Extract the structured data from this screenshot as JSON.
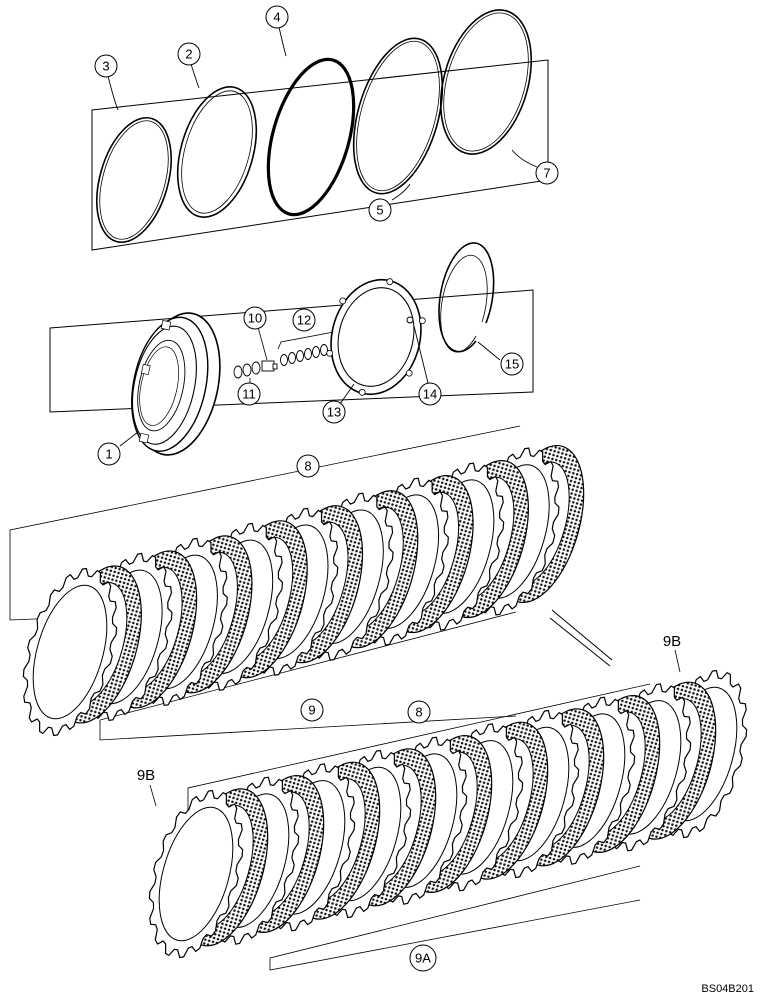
{
  "diagram": {
    "callouts": {
      "c1": "1",
      "c2": "2",
      "c3": "3",
      "c4": "4",
      "c5": "5",
      "c7": "7",
      "c8a": "8",
      "c8b": "8",
      "c9": "9",
      "c9a": "9A",
      "c10": "10",
      "c11": "11",
      "c12": "12",
      "c13": "13",
      "c14": "14",
      "c15": "15"
    },
    "labels": {
      "l9b_top": "9B",
      "l9b_bottom": "9B"
    },
    "reference_code": "BS04B201"
  }
}
